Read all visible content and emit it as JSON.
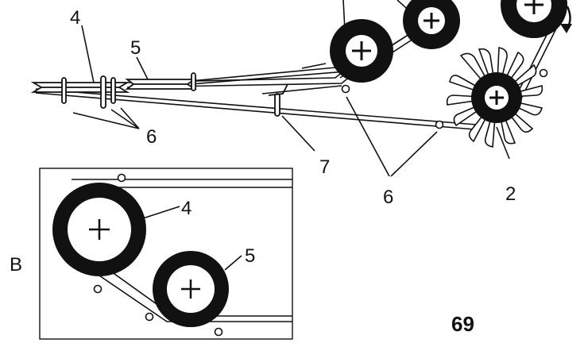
{
  "callouts": {
    "c4_top": "4",
    "c5_top": "5",
    "c6_left": "6",
    "c7": "7",
    "c6_mid": "6",
    "c2": "2",
    "c4_inset": "4",
    "c5_inset": "5"
  },
  "inset_label": "B",
  "page_number": "69",
  "colors": {
    "ink": "#111111",
    "paper": "#ffffff"
  }
}
